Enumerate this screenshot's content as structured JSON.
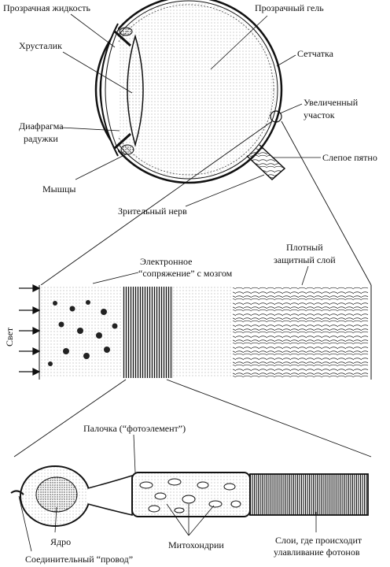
{
  "eye": {
    "labels": {
      "clear_fluid": "Прозрачная жидкость",
      "clear_gel": "Прозрачный гель",
      "lens": "Хрусталик",
      "retina": "Сетчатка",
      "magnified_1": "Увеличенный",
      "magnified_2": "участок",
      "iris_1": "Диафрагма",
      "iris_2": "радужки",
      "blind_spot": "Слепое пятно",
      "muscles": "Мышцы",
      "optic_nerve": "Зрительный нерв"
    }
  },
  "retina_section": {
    "labels": {
      "coupling_1": "Электронное",
      "coupling_2": "“сопряжение” с мозгом",
      "protective_1": "Плотный",
      "protective_2": "защитный слой",
      "light": "Свет"
    }
  },
  "rod_cell": {
    "labels": {
      "rod": "Палочка (“фотоэлемент”)",
      "nucleus": "Ядро",
      "mitochondria": "Митохондрии",
      "layers_1": "Слои, где происходит",
      "layers_2": "улавливание фотонов",
      "wire": "Соединительный “провод”"
    }
  },
  "colors": {
    "ink": "#111111",
    "paper": "#ffffff",
    "shade": "#555555"
  }
}
